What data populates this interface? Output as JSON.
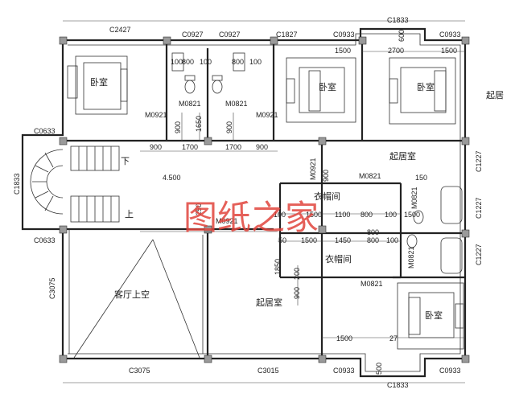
{
  "watermark": "图纸之家",
  "rooms": {
    "bedroom_1": "卧室",
    "bedroom_2": "卧室",
    "bedroom_3": "卧室",
    "bedroom_4": "卧室",
    "living_1": "起居室",
    "living_2": "起居室",
    "living_edge": "起居",
    "closet_1": "衣帽间",
    "closet_2": "衣帽间",
    "void": "客厅上空"
  },
  "stairs": {
    "down": "下",
    "up": "上"
  },
  "openings": {
    "top": [
      "C2427",
      "C0927",
      "C0927",
      "C1827",
      "C0933",
      "C1833",
      "C0933"
    ],
    "bottom": [
      "C3075",
      "C3015",
      "C0933",
      "C1833",
      "C0933"
    ],
    "left": [
      "C0633",
      "C1833",
      "C0633",
      "C3075"
    ],
    "right": [
      "C1227",
      "C1227",
      "C1227"
    ],
    "doors": [
      "M0921",
      "M0821",
      "M0821",
      "M0921",
      "M0921",
      "M0821",
      "M0921",
      "M0821",
      "M0821",
      "M0821"
    ]
  },
  "dimensions": {
    "corridor": [
      "900",
      "1700",
      "1700",
      "900"
    ],
    "top_bath": [
      "100",
      "800",
      "100",
      "800",
      "100"
    ],
    "top_right": [
      "1500",
      "2700",
      "1500",
      "600"
    ],
    "mid": [
      "4.500",
      "1500",
      "1100",
      "800",
      "1500",
      "100",
      "150",
      "100",
      "800",
      "1500",
      "1450",
      "800",
      "100",
      "50"
    ],
    "vertical": [
      "900",
      "1650",
      "900",
      "900",
      "250",
      "1850",
      "900",
      "200"
    ],
    "bottom_right": [
      "1500",
      "27",
      "500"
    ]
  }
}
